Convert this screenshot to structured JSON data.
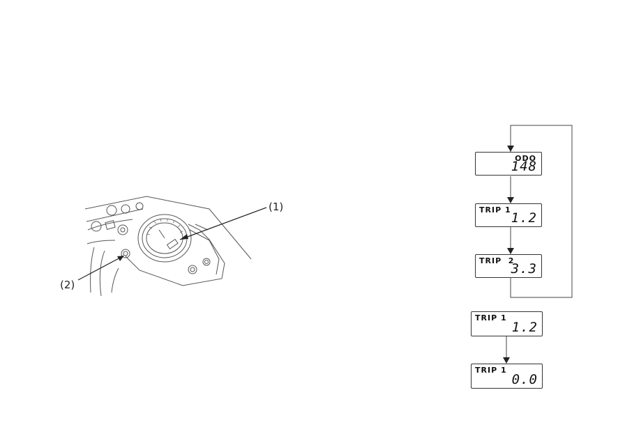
{
  "callouts": {
    "one": "(1)",
    "two": "(2)"
  },
  "cycle_displays": [
    {
      "label": "ODO",
      "value": "148"
    },
    {
      "label": "TRIP 1",
      "value": "1.2"
    },
    {
      "label": "TRIP  2",
      "value": "3.3"
    }
  ],
  "reset_displays": [
    {
      "label": "TRIP 1",
      "value": "1.2"
    },
    {
      "label": "TRIP 1",
      "value": "0.0"
    }
  ]
}
